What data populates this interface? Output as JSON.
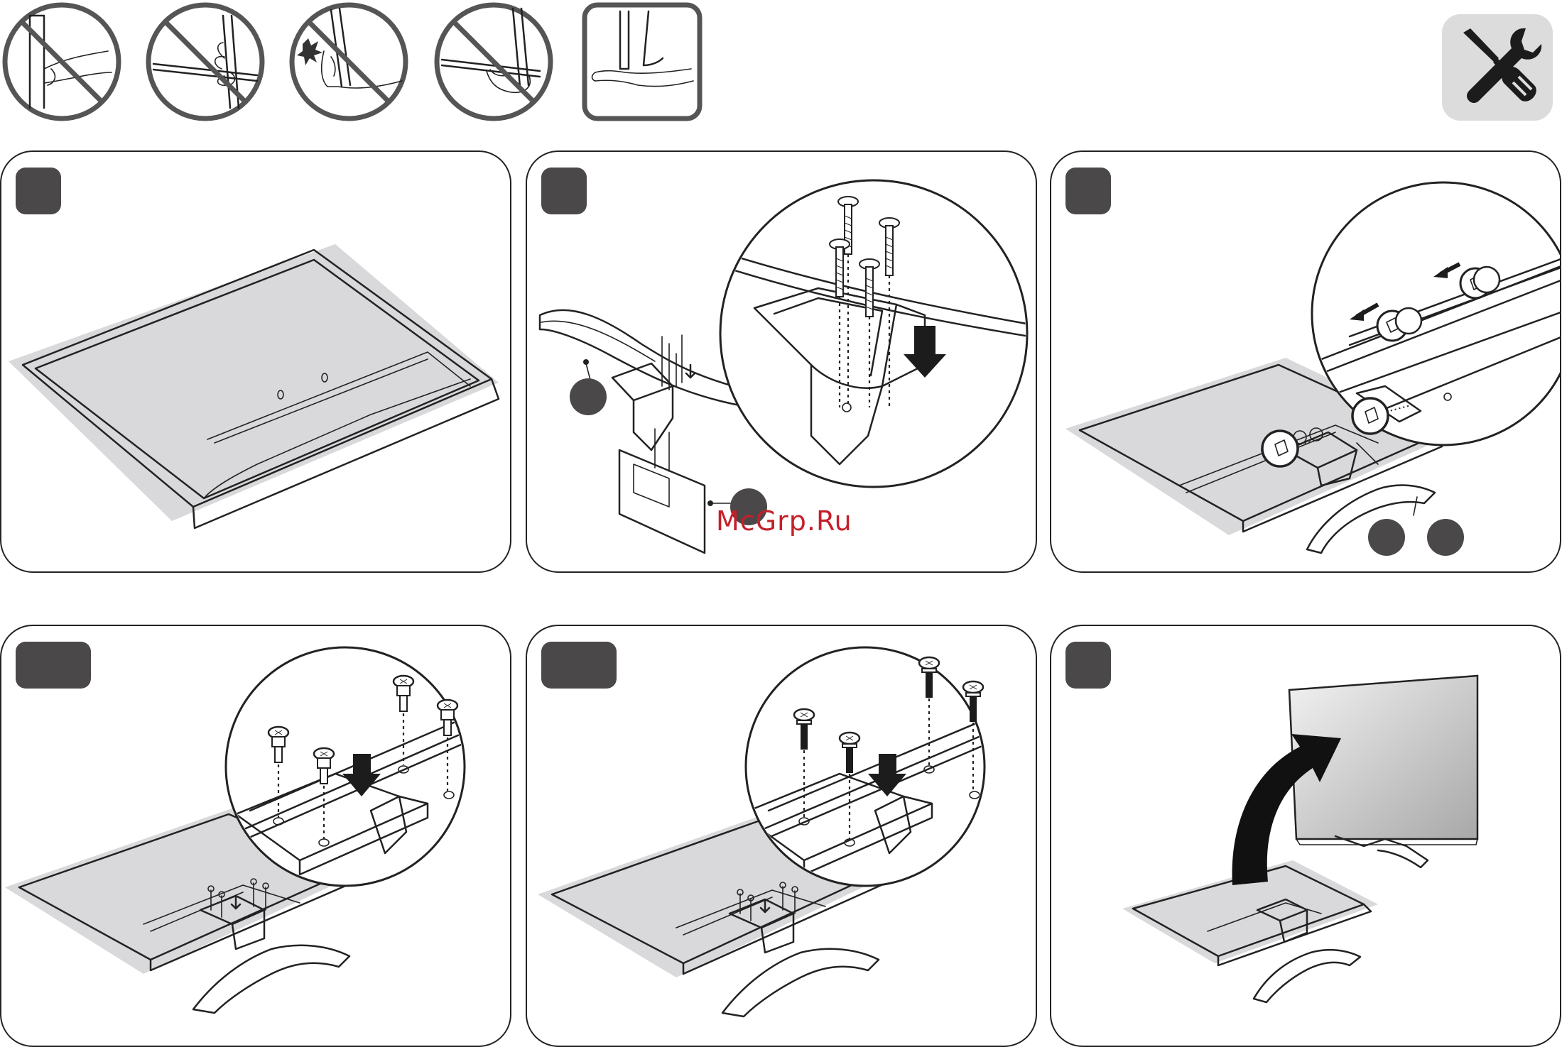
{
  "watermark": "McGrp.Ru",
  "colors": {
    "badge": "#4a4848",
    "outline": "#222222",
    "halo": "#d9d9db",
    "tool_tile": "#dcdcdc",
    "prohibited_ring": "#555555",
    "watermark": "#c4202a"
  },
  "warning_icons": [
    {
      "name": "do-not-hold-screen-corner",
      "prohibited": true
    },
    {
      "name": "do-not-grip-screen-edge",
      "prohibited": true
    },
    {
      "name": "do-not-press-screen",
      "prohibited": true
    },
    {
      "name": "do-not-lift-by-bottom-edge",
      "prohibited": true
    },
    {
      "name": "correct-hold-from-below",
      "prohibited": false
    }
  ],
  "tool_icon": "screwdriver-wrench-icon",
  "steps": [
    {
      "id": 1,
      "label": "",
      "illustration": "tv-face-down-on-cushion"
    },
    {
      "id": 2,
      "label": "",
      "illustration": "attach-stand-base-with-screws",
      "callouts": [
        "",
        ""
      ]
    },
    {
      "id": 3,
      "label": "",
      "illustration": "slide-stand-into-back-slots",
      "callouts": [
        "",
        ""
      ]
    },
    {
      "id": 4,
      "label": "",
      "illustration": "fasten-stand-screws-variant-a"
    },
    {
      "id": 5,
      "label": "",
      "illustration": "fasten-stand-screws-variant-b"
    },
    {
      "id": 6,
      "label": "",
      "illustration": "lift-tv-upright"
    }
  ]
}
